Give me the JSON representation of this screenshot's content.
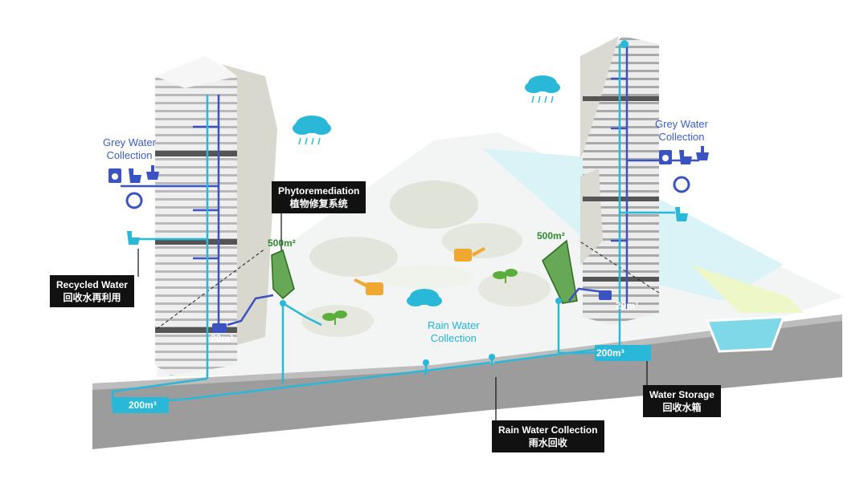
{
  "labels": {
    "grey_water_left": "Grey Water\nCollection",
    "grey_water_right": "Grey Water\nCollection",
    "rain_water_center": "Rain Water\nCollection",
    "phytoremediation_en": "Phytoremediation",
    "phytoremediation_cn": "植物修复系统",
    "recycled_water_en": "Recycled Water",
    "recycled_water_cn": "回收水再利用",
    "water_storage_en": "Water Storage",
    "water_storage_cn": "回收水箱",
    "rain_collection_en": "Rain Water Collection",
    "rain_collection_cn": "雨水回收",
    "area_left": "500m²",
    "area_right": "500m²",
    "tank_left_small": "20m³",
    "tank_right_small": "20m³",
    "tank_left_big": "200m³",
    "tank_right_big": "200m³"
  },
  "colors": {
    "cyan_pipe": "#29b8d8",
    "blue_pipe": "#3a52c2",
    "green_area": "#4d9a3a",
    "building": "#e9e9e9",
    "ground": "#9a9a9a",
    "label_bg": "#111111",
    "water": "#bfeef4"
  },
  "icons": [
    "cloud-rain-icon",
    "washing-machine-icon",
    "toilet-icon",
    "sink-icon",
    "filter-icon",
    "watering-can-icon",
    "plant-icon",
    "tank-icon"
  ]
}
